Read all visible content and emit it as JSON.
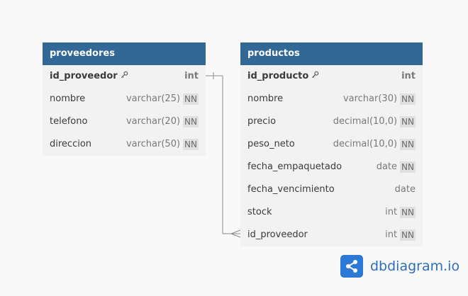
{
  "tables": [
    {
      "name": "proveedores",
      "fields": [
        {
          "name": "id_proveedor",
          "type": "int",
          "pk": true,
          "nn": false
        },
        {
          "name": "nombre",
          "type": "varchar(25)",
          "pk": false,
          "nn": true
        },
        {
          "name": "telefono",
          "type": "varchar(20)",
          "pk": false,
          "nn": true
        },
        {
          "name": "direccion",
          "type": "varchar(50)",
          "pk": false,
          "nn": true
        }
      ]
    },
    {
      "name": "productos",
      "fields": [
        {
          "name": "id_producto",
          "type": "int",
          "pk": true,
          "nn": false
        },
        {
          "name": "nombre",
          "type": "varchar(30)",
          "pk": false,
          "nn": true
        },
        {
          "name": "precio",
          "type": "decimal(10,0)",
          "pk": false,
          "nn": true
        },
        {
          "name": "peso_neto",
          "type": "decimal(10,0)",
          "pk": false,
          "nn": true
        },
        {
          "name": "fecha_empaquetado",
          "type": "date",
          "pk": false,
          "nn": true
        },
        {
          "name": "fecha_vencimiento",
          "type": "date",
          "pk": false,
          "nn": false
        },
        {
          "name": "stock",
          "type": "int",
          "pk": false,
          "nn": true
        },
        {
          "name": "id_proveedor",
          "type": "int",
          "pk": false,
          "nn": true
        }
      ]
    }
  ],
  "nn_label": "NN",
  "relationship": {
    "from": "proveedores.id_proveedor",
    "to": "productos.id_proveedor",
    "type": "one-to-many"
  },
  "brand": {
    "text": "dbdiagram.io",
    "color": "#2c79d6"
  },
  "colors": {
    "header": "#316896",
    "table_bg": "#f2f2f2",
    "link": "#8a8a8a"
  }
}
